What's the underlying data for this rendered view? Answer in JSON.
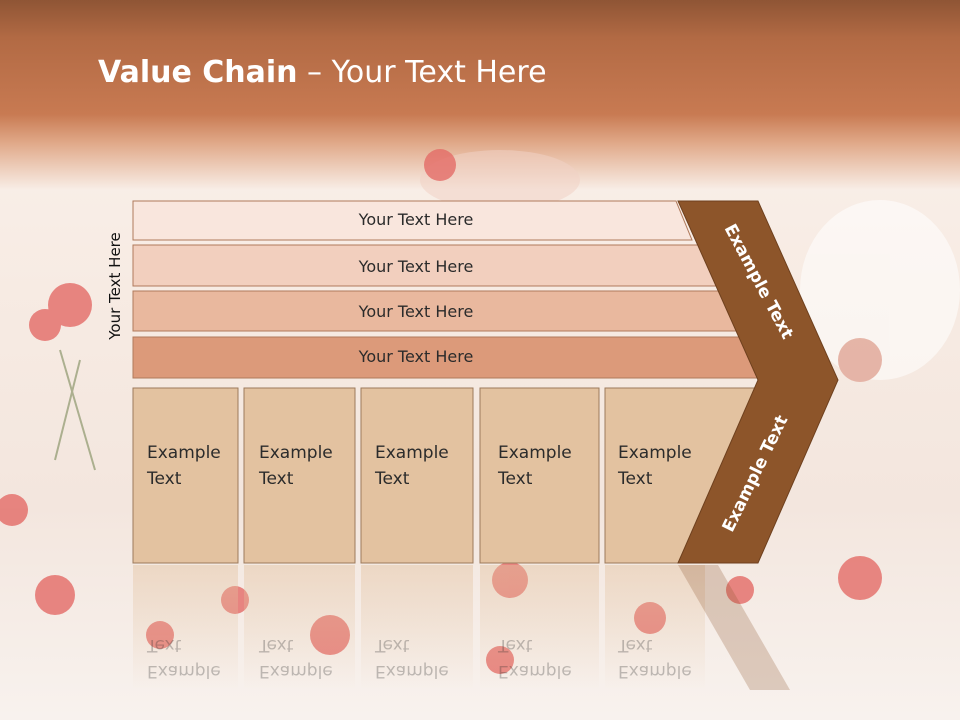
{
  "title": {
    "bold": "Value Chain",
    "rest": " – Your Text Here"
  },
  "vertical_label": "Your Text Here",
  "bars": [
    {
      "label": "Your Text Here",
      "color": "#f9e6dd"
    },
    {
      "label": "Your Text Here",
      "color": "#f2cfbe"
    },
    {
      "label": "Your Text Here",
      "color": "#e9b89e"
    },
    {
      "label": "Your Text Here",
      "color": "#dc9a7a"
    }
  ],
  "columns": [
    {
      "line1": "Example",
      "line2": "Text"
    },
    {
      "line1": "Example",
      "line2": "Text"
    },
    {
      "line1": "Example",
      "line2": "Text"
    },
    {
      "line1": "Example",
      "line2": "Text"
    },
    {
      "line1": "Example",
      "line2": "Text"
    }
  ],
  "arrow": {
    "top_text": "Example Text",
    "bottom_text": "Example Text",
    "color": "#8d552a"
  },
  "colors": {
    "column_fill": "#e3c2a0",
    "header": "#c87a52"
  }
}
